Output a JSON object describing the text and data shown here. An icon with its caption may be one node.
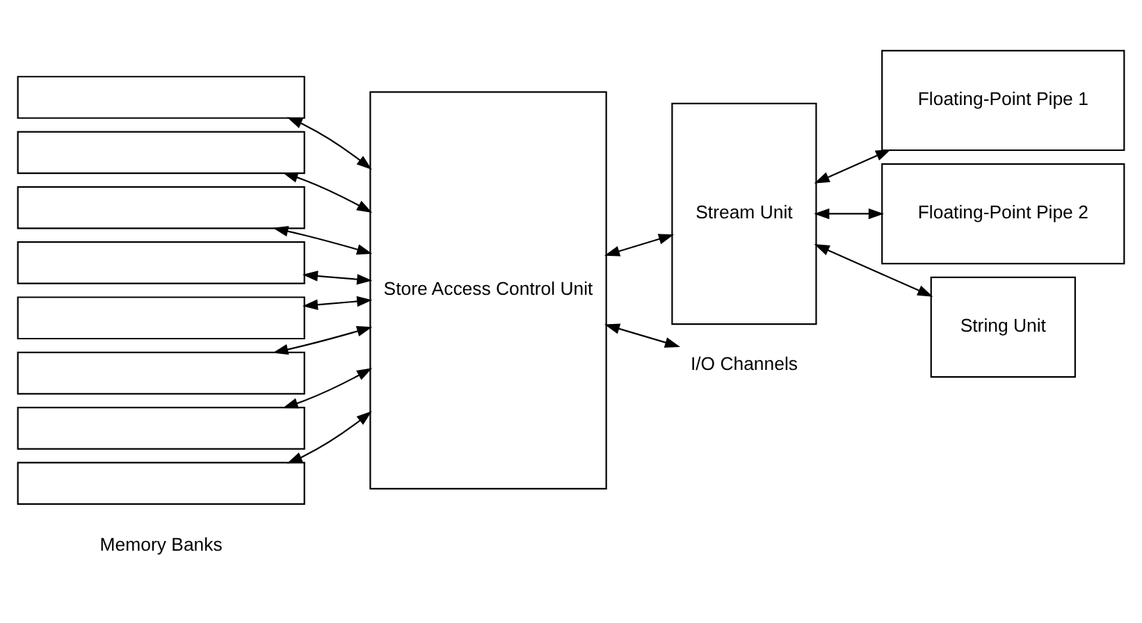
{
  "diagram": {
    "nodes": [
      {
        "text": [],
        "shape": "box"
      },
      {
        "text": [],
        "shape": "box"
      },
      {
        "text": [],
        "shape": "box"
      },
      {
        "text": [],
        "shape": "box"
      },
      {
        "text": [],
        "shape": "box"
      },
      {
        "text": [],
        "shape": "box"
      },
      {
        "text": [],
        "shape": "box"
      },
      {
        "text": [],
        "shape": "box"
      },
      {
        "text": [
          "Store Access Control Unit"
        ]
      },
      {
        "text": [
          "Stream Unit"
        ]
      },
      {
        "text": [
          "Floating-Point Pipe 1"
        ]
      },
      {
        "text": [
          "Floating-Point Pipe 2"
        ]
      },
      {
        "text": [
          "String Unit"
        ]
      },
      {
        "text": [
          "I/O Channels"
        ]
      }
    ],
    "edges": [
      {
        "from": 0,
        "to": 8,
        "arrow": "both"
      },
      {
        "from": 1,
        "to": 8,
        "arrow": "both"
      },
      {
        "from": 2,
        "to": 8,
        "arrow": "both"
      },
      {
        "from": 3,
        "to": 8,
        "arrow": "both"
      },
      {
        "from": 4,
        "to": 8,
        "arrow": "both"
      },
      {
        "from": 5,
        "to": 8,
        "arrow": "both"
      },
      {
        "from": 6,
        "to": 8,
        "arrow": "both"
      },
      {
        "from": 7,
        "to": 8,
        "arrow": "both"
      },
      {
        "from": 8,
        "to": 9,
        "arrow": "both"
      },
      {
        "from": 9,
        "to": 10,
        "arrow": "both"
      },
      {
        "from": 9,
        "to": 11,
        "arrow": "both"
      },
      {
        "from": 9,
        "to": 12,
        "arrow": "both"
      },
      {
        "from": 8,
        "to": 13,
        "arrow": "both"
      }
    ],
    "labels": [
      "Memory Banks"
    ]
  }
}
